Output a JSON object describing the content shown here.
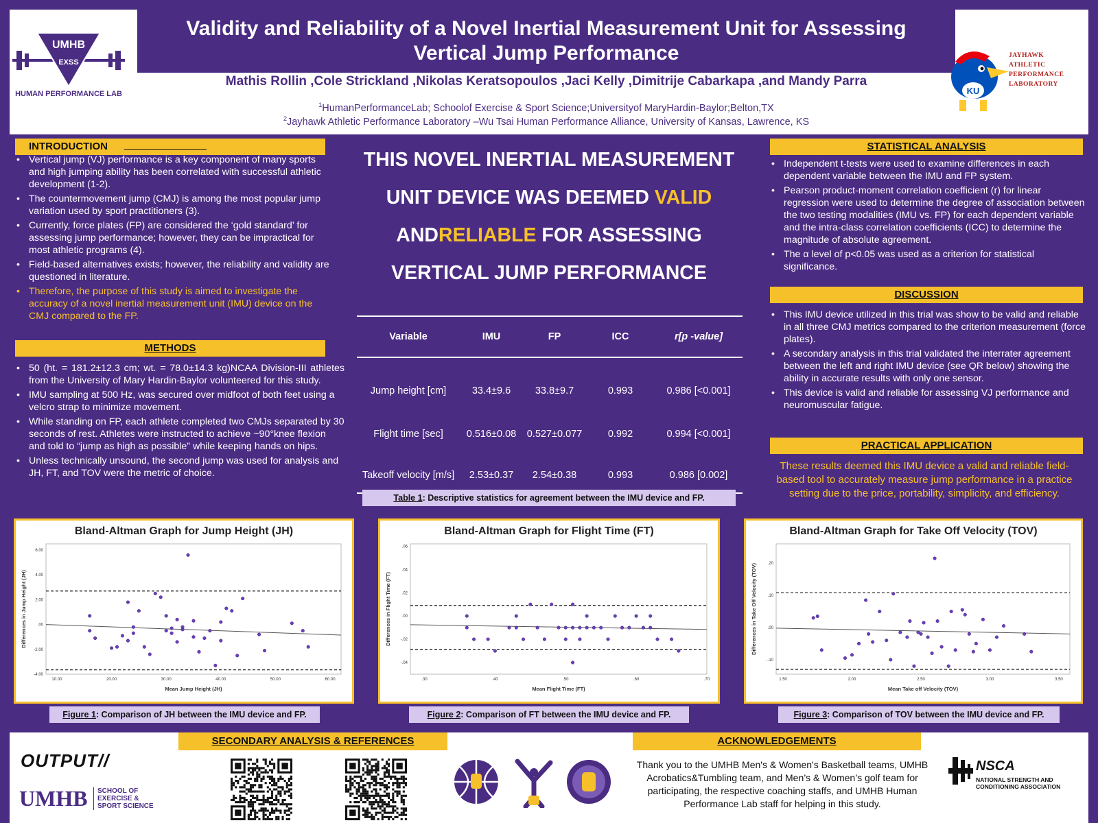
{
  "header": {
    "title": "Validity and Reliability of a Novel Inertial Measurement Unit for Assessing Vertical Jump Performance",
    "authors": "Mathis Rollin ,Cole Strickland ,Nikolas Keratsopoulos ,Jaci Kelly ,Dimitrije Cabarkapa ,and Mandy Parra",
    "aff1_num": "1",
    "aff1": "HumanPerformanceLab; Schoolof Exercise & Sport Science;Universityof MaryHardin-Baylor;Belton,TX",
    "aff2_num": "2",
    "aff2": "Jayhawk Athletic Performance Laboratory –Wu Tsai Human Performance Alliance, University of Kansas, Lawrence, KS"
  },
  "logos": {
    "umhb_badge": "UMHB",
    "umhb_sub": "EXSS",
    "umhb_lab": "HUMAN PERFORMANCE LAB",
    "jayhawk_text": "JAYHAWK ATHLETIC PERFORMANCE LABORATORY",
    "ku": "KU",
    "output": "OUTPUT//",
    "umhb_footer": "UMHB",
    "umhb_footer_school": "SCHOOL OF EXERCISE & SPORT SCIENCE",
    "nsca": "NSCA",
    "nsca_sub": "NATIONAL STRENGTH AND CONDITIONING ASSOCIATION"
  },
  "intro": {
    "heading": "INTRODUCTION",
    "items": [
      "Vertical jump (VJ) performance is a key component of many sports and high jumping ability has been correlated with successful athletic development (1-2).",
      "The countermovement jump (CMJ) is among the most popular jump variation used by sport practitioners (3).",
      "Currently, force plates (FP) are considered the ‘gold standard’ for assessing jump performance; however, they can be impractical for most athletic programs (4).",
      "Field-based alternatives exists; however, the reliability and validity are questioned in literature.",
      "Therefore, the purpose of this study is aimed to investigate the accuracy of a novel inertial measurement unit (IMU) device on the CMJ compared to the FP."
    ]
  },
  "methods": {
    "heading": "METHODS",
    "items": [
      "50 (ht. = 181.2±12.3 cm; wt. = 78.0±14.3 kg)NCAA Division-III athletes from the University of Mary Hardin-Baylor volunteered for this study.",
      "IMU sampling at 500 Hz, was secured over midfoot of both feet using a velcro strap to minimize movement.",
      "While standing on FP, each athlete completed two CMJs separated by 30 seconds of rest. Athletes were instructed to achieve ~90°knee flexion and told to “jump as high as possible” while keeping hands on hips.",
      "Unless technically unsound, the second jump was used for analysis and JH, FT, and TOV were the metric of choice."
    ]
  },
  "center": {
    "line1": "THIS NOVEL INERTIAL MEASUREMENT",
    "line2a": "UNIT DEVICE WAS DEEMED ",
    "line2b": "VALID",
    "line3a": "AND",
    "line3b": "RELIABLE",
    "line3c": " FOR ASSESSING",
    "line4": "VERTICAL JUMP PERFORMANCE"
  },
  "table": {
    "headers": [
      "Variable",
      "IMU",
      "FP",
      "ICC",
      "r[p -value]"
    ],
    "rows": [
      [
        "Jump height [cm]",
        "33.4±9.6",
        "33.8±9.7",
        "0.993",
        "0.986 [<0.001]"
      ],
      [
        "Flight time [sec]",
        "0.516±0.08",
        "0.527±0.077",
        "0.992",
        "0.994 [<0.001]"
      ],
      [
        "Takeoff velocity [m/s]",
        "2.53±0.37",
        "2.54±0.38",
        "0.993",
        "0.986 [0.002]"
      ]
    ],
    "caption_label": "Table 1",
    "caption_text": ": Descriptive statistics for agreement between the IMU device and FP."
  },
  "stats": {
    "heading": "STATISTICAL ANALYSIS",
    "items": [
      "Independent t-tests were used to examine differences in each dependent variable between the IMU and FP system.",
      "Pearson product-moment correlation coefficient (r) for linear regression were used to determine the degree of association between the two testing modalities (IMU vs. FP) for each dependent variable and the intra-class correlation coefficients (ICC) to determine the magnitude of absolute agreement.",
      "The α level of p<0.05 was used as a criterion for statistical significance."
    ]
  },
  "discussion": {
    "heading": "DISCUSSION",
    "items": [
      "This IMU device utilized in this trial was show to be valid and reliable in all three CMJ metrics compared to the criterion measurement (force plates).",
      "A secondary analysis in this trial validated the interrater agreement between the left and right IMU device (see QR below) showing the ability in accurate results with only one sensor.",
      "This device is valid and reliable for assessing VJ performance and neuromuscular fatigue."
    ]
  },
  "practical": {
    "heading": "PRACTICAL APPLICATION",
    "text": "These results deemed this IMU device a valid and reliable field-based tool to accurately measure jump performance in a practice setting due to the price, portability, simplicity, and efficiency."
  },
  "figures": {
    "fig1_caption_label": "Figure 1",
    "fig1_caption_text": ": Comparison of JH between the IMU device and FP.",
    "fig2_caption_label": "Figure 2",
    "fig2_caption_text": ": Comparison of FT between the IMU device and FP.",
    "fig3_caption_label": "Figure 3",
    "fig3_caption_text": ": Comparison of TOV between the IMU device and FP."
  },
  "footer": {
    "secondary_heading": "SECONDARY ANALYSIS & REFERENCES",
    "ack_heading": "ACKNOWLEDGEMENTS",
    "ack_text": "Thank you to the UMHB Men's & Women's Basketball teams, UMHB Acrobatics&Tumbling team, and Men’s & Women’s golf team for participating, the respective coaching staffs, and UMHB Human Performance Lab staff for helping in this study."
  },
  "chart_data": [
    {
      "type": "scatter",
      "title": "Bland-Altman Graph for Jump Height (JH)",
      "xlabel": "Mean Jump Height (JH)",
      "ylabel": "Differences in Jump Height (JH)",
      "xlim": [
        8,
        62
      ],
      "ylim": [
        -4,
        6.5
      ],
      "xticks": [
        "10.00",
        "20.00",
        "30.00",
        "40.00",
        "50.00",
        "60.00"
      ],
      "xtick_values": [
        10,
        20,
        30,
        40,
        50,
        60
      ],
      "yticks": [
        "-4.00",
        "-2.00",
        ".00",
        "2.00",
        "4.00",
        "6.00"
      ],
      "ytick_values": [
        -4,
        -2,
        0,
        2,
        4,
        6
      ],
      "limits": [
        2.7,
        -3.65
      ],
      "trend": [
        [
          8,
          0.0
        ],
        [
          62,
          -0.85
        ]
      ],
      "x": [
        16,
        16,
        17,
        20,
        21,
        22,
        23,
        23,
        24,
        24,
        25,
        26,
        27,
        28,
        29,
        30,
        30,
        31,
        31,
        32,
        32,
        33,
        33,
        34,
        35,
        35,
        36,
        37,
        38,
        39,
        40,
        40,
        41,
        42,
        43,
        44,
        47,
        48,
        53,
        55,
        56
      ],
      "y": [
        0.7,
        -0.5,
        -1.1,
        -1.9,
        -1.8,
        -0.9,
        -1.3,
        1.8,
        -0.7,
        -0.2,
        1.1,
        -1.8,
        -2.4,
        2.5,
        2.2,
        0.7,
        -0.5,
        -0.3,
        -0.7,
        0.4,
        -1.4,
        -0.4,
        -0.2,
        5.6,
        0.3,
        -1.0,
        -2.2,
        -1.1,
        -0.5,
        -3.3,
        0.2,
        -1.3,
        1.3,
        1.1,
        -2.5,
        2.1,
        -0.8,
        -2.1,
        0.1,
        -0.5,
        -1.8
      ]
    },
    {
      "type": "scatter",
      "title": "Bland-Altman Graph for Flight Time (FT)",
      "xlabel": "Mean Flight Time (FT)",
      "ylabel": "Differences in Flight Time (FT)",
      "xlim": [
        0.28,
        0.7
      ],
      "ylim": [
        -0.05,
        0.062
      ],
      "xticks": [
        ".30",
        ".40",
        ".50",
        ".60",
        ".70"
      ],
      "xtick_values": [
        0.3,
        0.4,
        0.5,
        0.6,
        0.7
      ],
      "yticks": [
        "-.04",
        "-.02",
        ".00",
        ".02",
        ".04",
        ".06"
      ],
      "ytick_values": [
        -0.04,
        -0.02,
        0,
        0.02,
        0.04,
        0.06
      ],
      "limits": [
        0.009,
        -0.029
      ],
      "trend": [
        [
          0.28,
          -0.0075
        ],
        [
          0.7,
          -0.0115
        ]
      ],
      "x": [
        0.36,
        0.36,
        0.37,
        0.39,
        0.4,
        0.42,
        0.43,
        0.43,
        0.44,
        0.45,
        0.46,
        0.47,
        0.48,
        0.49,
        0.5,
        0.5,
        0.51,
        0.51,
        0.51,
        0.52,
        0.52,
        0.53,
        0.53,
        0.54,
        0.55,
        0.56,
        0.57,
        0.58,
        0.59,
        0.6,
        0.61,
        0.62,
        0.62,
        0.63,
        0.65,
        0.66
      ],
      "y": [
        0.0,
        -0.01,
        -0.02,
        -0.02,
        -0.03,
        -0.01,
        0.0,
        -0.01,
        -0.02,
        0.01,
        -0.01,
        -0.02,
        0.01,
        -0.01,
        -0.01,
        -0.02,
        -0.01,
        0.01,
        -0.04,
        -0.01,
        -0.02,
        0.0,
        -0.01,
        -0.01,
        -0.01,
        -0.02,
        0.0,
        -0.01,
        -0.01,
        0.0,
        -0.01,
        -0.01,
        0.0,
        -0.02,
        -0.02,
        -0.03
      ]
    },
    {
      "type": "scatter",
      "title": "Bland-Altman Graph for Take Off Velocity (TOV)",
      "xlabel": "Mean Take off Velocity (TOV)",
      "ylabel": "Differences in Take Off Velocity (TOV)",
      "xlim": [
        1.45,
        3.58
      ],
      "ylim": [
        -0.145,
        0.26
      ],
      "xticks": [
        "1.50",
        "2.00",
        "2.50",
        "3.00",
        "3.50"
      ],
      "xtick_values": [
        1.5,
        2.0,
        2.5,
        3.0,
        3.5
      ],
      "yticks": [
        "-.10",
        ".00",
        ".10",
        ".20"
      ],
      "ytick_values": [
        -0.1,
        0.0,
        0.1,
        0.2
      ],
      "limits": [
        0.108,
        -0.13
      ],
      "trend": [
        [
          1.45,
          -0.002
        ],
        [
          3.58,
          -0.02
        ]
      ],
      "x": [
        1.72,
        1.75,
        1.78,
        1.95,
        2.0,
        2.05,
        2.1,
        2.12,
        2.15,
        2.2,
        2.25,
        2.28,
        2.3,
        2.35,
        2.4,
        2.42,
        2.45,
        2.48,
        2.5,
        2.52,
        2.55,
        2.58,
        2.6,
        2.62,
        2.65,
        2.7,
        2.72,
        2.75,
        2.8,
        2.82,
        2.85,
        2.88,
        2.9,
        2.95,
        3.0,
        3.05,
        3.1,
        3.25,
        3.3
      ],
      "y": [
        0.03,
        0.035,
        -0.07,
        -0.095,
        -0.085,
        -0.05,
        0.085,
        -0.02,
        -0.045,
        0.05,
        -0.04,
        -0.1,
        0.105,
        -0.015,
        -0.03,
        0.02,
        -0.12,
        -0.015,
        -0.02,
        0.015,
        -0.03,
        -0.08,
        0.215,
        0.02,
        -0.06,
        -0.12,
        0.05,
        -0.07,
        0.055,
        0.04,
        -0.02,
        -0.075,
        -0.05,
        0.025,
        -0.07,
        -0.03,
        0.005,
        -0.02,
        -0.075
      ]
    }
  ]
}
